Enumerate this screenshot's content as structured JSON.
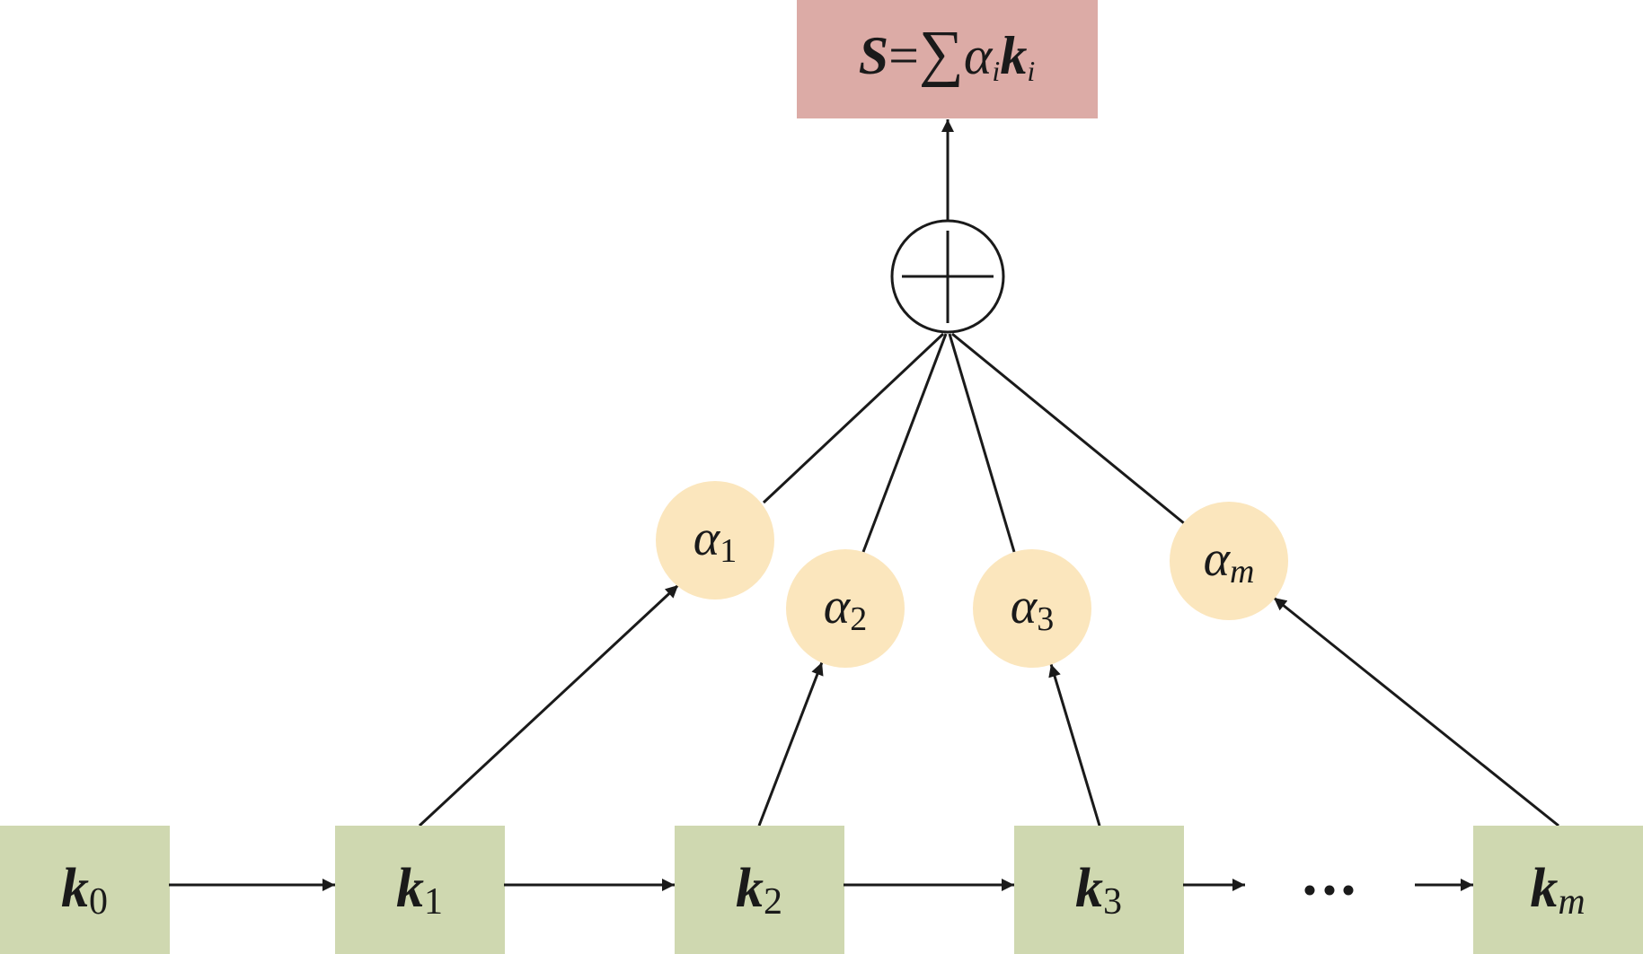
{
  "colors": {
    "sum_box": "#dcaba6",
    "key_box": "#cfd8b0",
    "weight_circle": "#fbe6bd",
    "line": "#1a1a1a"
  },
  "output": {
    "S": "S",
    "eq": "=",
    "sigma": "∑",
    "alpha": "α",
    "alpha_sub": "i",
    "k": "k",
    "k_sub": "i"
  },
  "sum_node": {
    "icon": "circled-plus-icon"
  },
  "weights": [
    {
      "symbol": "α",
      "sub": "1"
    },
    {
      "symbol": "α",
      "sub": "2"
    },
    {
      "symbol": "α",
      "sub": "3"
    },
    {
      "symbol": "α",
      "sub": "m"
    }
  ],
  "keys": [
    {
      "symbol": "k",
      "sub": "0"
    },
    {
      "symbol": "k",
      "sub": "1"
    },
    {
      "symbol": "k",
      "sub": "2"
    },
    {
      "symbol": "k",
      "sub": "3"
    },
    {
      "symbol": "k",
      "sub": "m"
    }
  ],
  "ellipsis": "…"
}
